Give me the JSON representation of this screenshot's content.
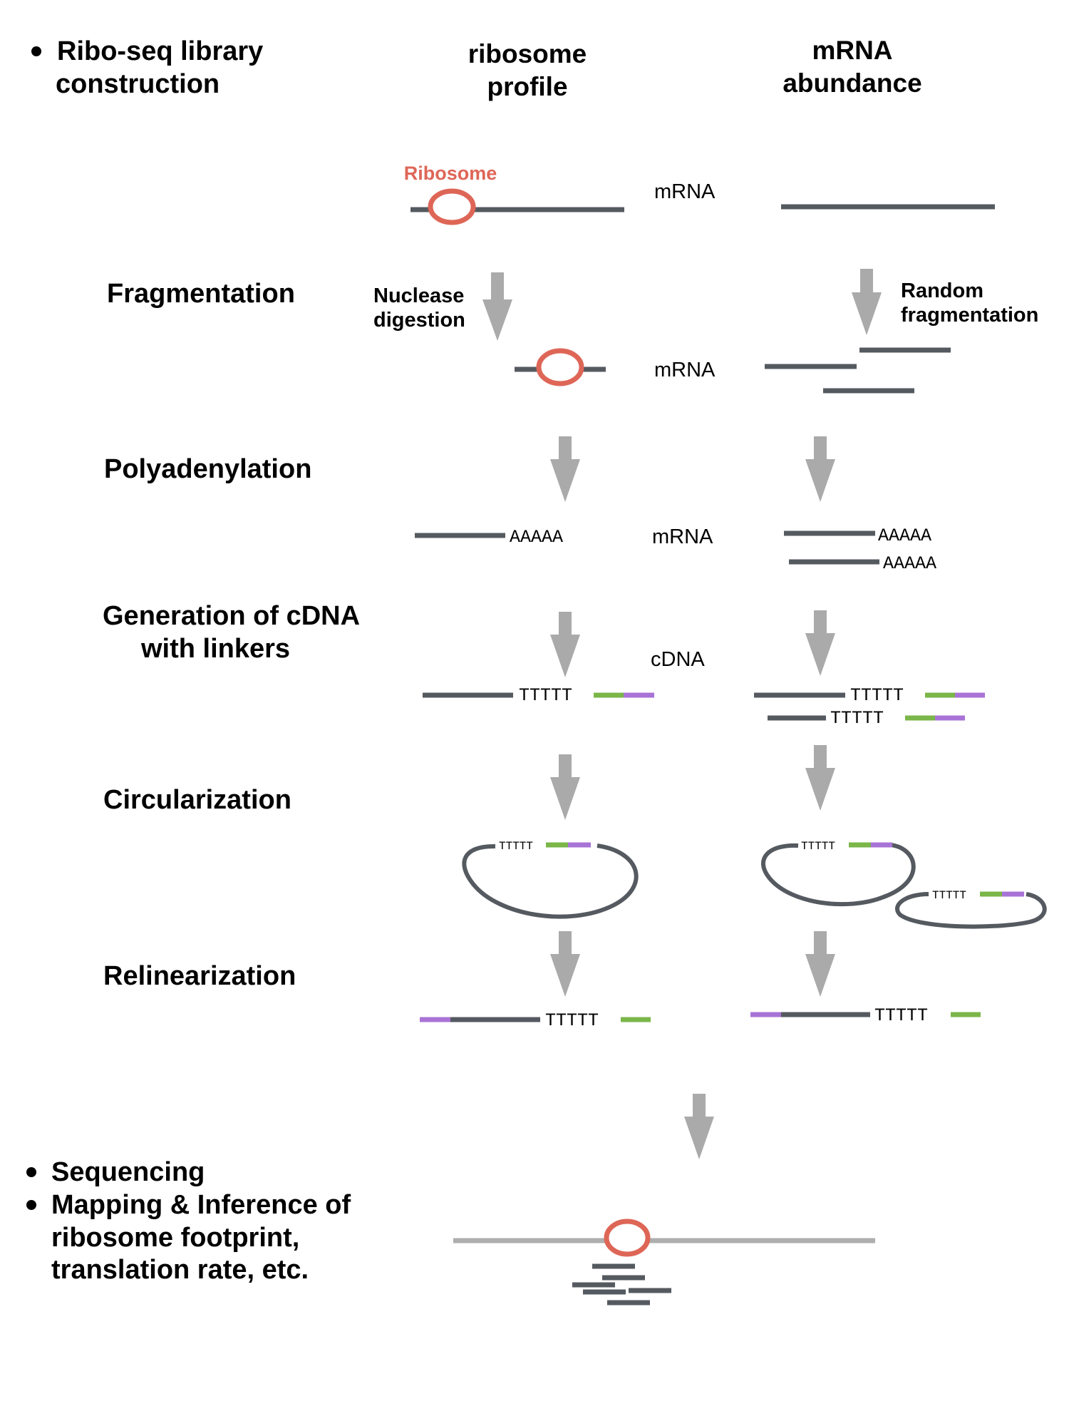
{
  "headings": {
    "section_main_line1": "Ribo-seq library",
    "section_main_line2": "construction",
    "col_ribosome_line1": "ribosome",
    "col_ribosome_line2": "profile",
    "col_mrna_line1": "mRNA",
    "col_mrna_line2": "abundance"
  },
  "steps": {
    "fragmentation": "Fragmentation",
    "polyadenylation": "Polyadenylation",
    "cdna_line1": "Generation of cDNA",
    "cdna_line2": "with linkers",
    "circularization": "Circularization",
    "relinearization": "Relinearization"
  },
  "labels": {
    "ribosome": "Ribosome",
    "mrna": "mRNA",
    "cdna": "cDNA",
    "nuclease_line1": "Nuclease",
    "nuclease_line2": "digestion",
    "random_line1": "Random",
    "random_line2": "fragmentation"
  },
  "sequences": {
    "polya": "AAAAA",
    "polyt": "TTTTT"
  },
  "bottom": {
    "bullet1": "Sequencing",
    "bullet2_line1": "Mapping & Inference of",
    "bullet2_line2": "ribosome footprint,",
    "bullet2_line3": "translation rate, etc."
  },
  "colors": {
    "rna": "#555a60",
    "ribosome": "#de6657",
    "arrow": "#aaaaaa",
    "linker_green": "#7ab648",
    "linker_purple": "#a873d6",
    "reference_line": "#aeaeae"
  }
}
